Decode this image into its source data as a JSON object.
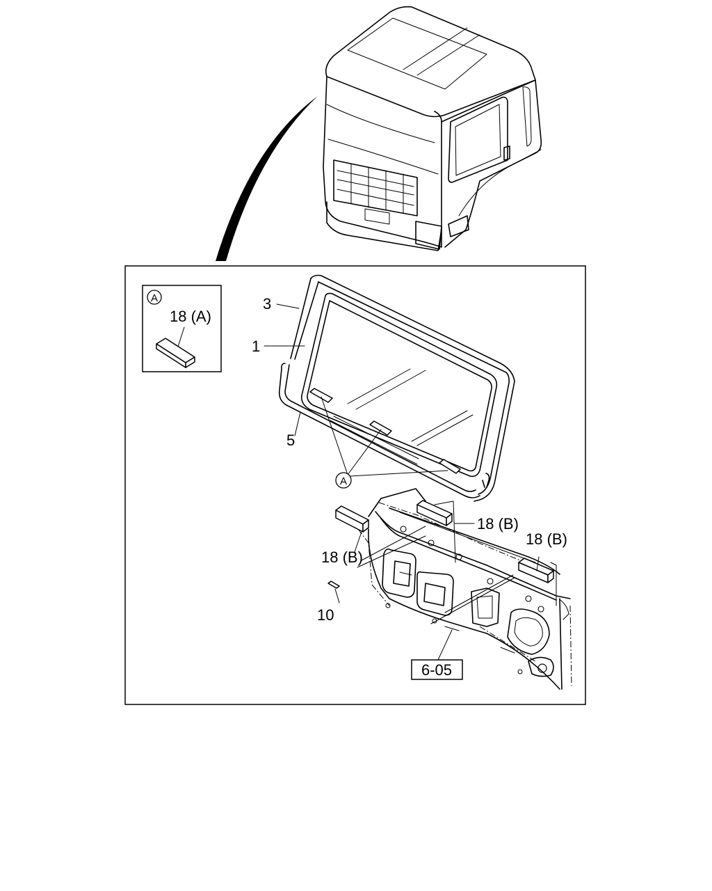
{
  "callouts": {
    "detail_ref_box": "A",
    "detail_part": "18 (A)",
    "part_3": "3",
    "part_1": "1",
    "part_5": "5",
    "ref_a": "A",
    "part_18b_top": "18 (B)",
    "part_18b_right": "18 (B)",
    "part_18b_left": "18 (B)",
    "part_10": "10",
    "section_ref": "6-05"
  }
}
